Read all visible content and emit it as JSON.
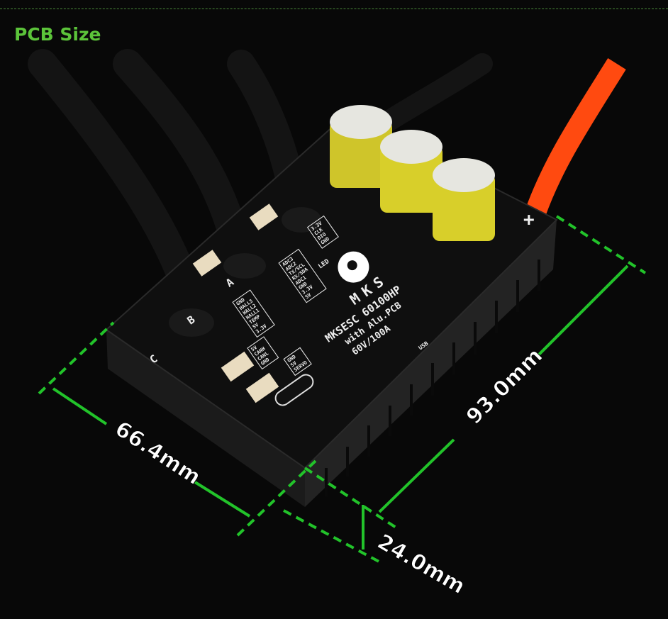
{
  "header": {
    "title": "PCB Size"
  },
  "product": {
    "brand": "MKS",
    "model": "MKSESC 60100HP",
    "subtitle": "with Alu.PCB",
    "rating": "60V/100A",
    "phase_labels": [
      "A",
      "B",
      "C"
    ],
    "polarity": "+",
    "led_label": "LED",
    "usb_label": "USB",
    "pin_groups": {
      "swd": [
        "3.3V",
        "CLK",
        "DIO",
        "GND"
      ],
      "comm": [
        "ADC3",
        "ADC2",
        "TX/SCL",
        "RX/SDA",
        "ADC1",
        "GND",
        "3.3V",
        "5V"
      ],
      "hall": [
        "GND",
        "HALL3",
        "HALL2",
        "HALL1",
        "TEMP",
        "5V",
        "3.3V"
      ],
      "can": [
        "5V",
        "CANH",
        "CANL",
        "GND"
      ],
      "servo": [
        "GND",
        "5V",
        "SERVO"
      ]
    }
  },
  "dimensions": {
    "width": "66.4mm",
    "length": "93.0mm",
    "height": "24.0mm"
  },
  "colors": {
    "accent": "#5cc43a",
    "dimension_line": "#22c32a",
    "capacitor": "#d8cf2a",
    "power_wire": "#ff4a10"
  }
}
